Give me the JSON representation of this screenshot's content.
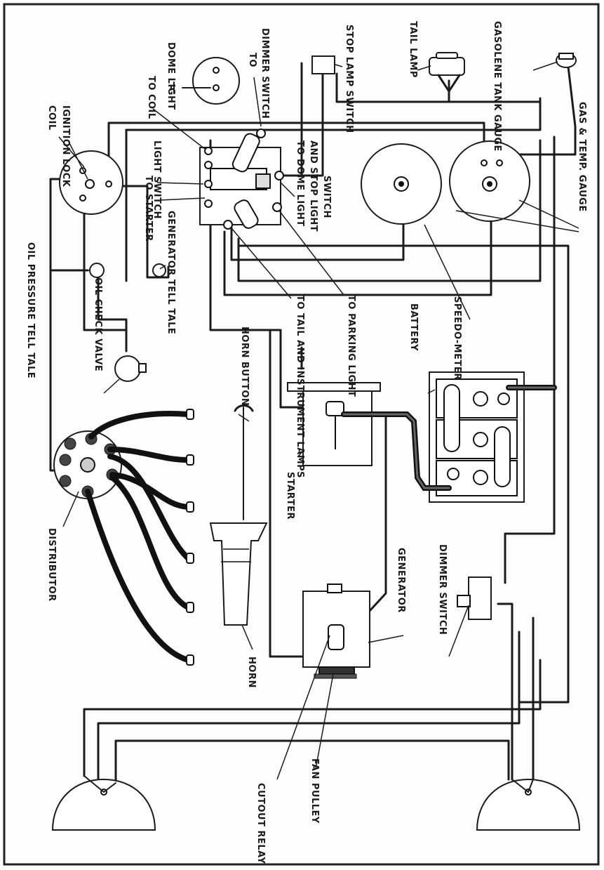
{
  "labels": {
    "coil": "COIL",
    "ignition_lock": "IGNITION LOCK",
    "to_coil": "TO COIL",
    "dome_light": "DOME LIGHT",
    "to": "TO",
    "dimmer_switch_top": "DIMMER SWITCH",
    "stop_lamp_switch": "STOP LAMP SWITCH",
    "tail_lamp": "TAIL LAMP",
    "gasolene_tank_gauge": "GASOLENE TANK GAUGE",
    "gas_temp_gauge": "GAS & TEMP. GAUGE",
    "light_switch": "LIGHT SWITCH",
    "to_starter": "TO STARTER",
    "generator_tell_tale": "GENERATOR TELL TALE",
    "to_dome_light": "TO DOME LIGHT",
    "and_stop_light": "AND STOP LIGHT",
    "switch": "SWITCH",
    "oil_pressure_tell_tale": "OIL PRESSURE TELL TALE",
    "oil_check_valve": "OIL CHECK VALVE",
    "horn_button": "HORN BUTTON",
    "to_tail_and_instrument_lamps": "TO TAIL AND INSTRUMENT LAMPS",
    "to_parking_light": "TO PARKING LIGHT",
    "battery": "BATTERY",
    "speedometer": "SPEEDO-METER",
    "distributor": "DISTRIBUTOR",
    "starter": "STARTER",
    "generator": "GENERATOR",
    "dimmer_switch_bottom": "DIMMER SWITCH",
    "horn": "HORN",
    "cutout_relay": "CUTOUT RELAY",
    "fan_pulley": "FAN PULLEY"
  }
}
